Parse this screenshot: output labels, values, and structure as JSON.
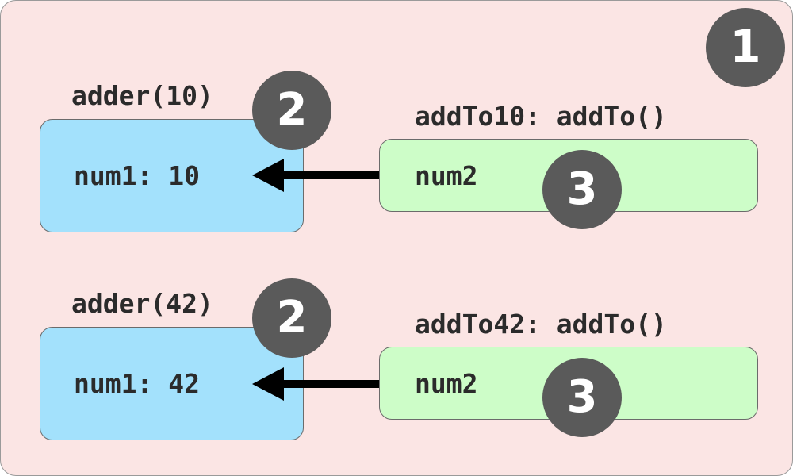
{
  "outer_scope": {
    "badge": "1"
  },
  "rows": [
    {
      "adder_label": "adder(10)",
      "adder_badge": "2",
      "num1_text": "num1: 10",
      "closure_label": "addTo10: addTo()",
      "num2_text": "num2",
      "closure_badge": "3"
    },
    {
      "adder_label": "adder(42)",
      "adder_badge": "2",
      "num1_text": "num1: 42",
      "closure_label": "addTo42: addTo()",
      "num2_text": "num2",
      "closure_badge": "3"
    }
  ],
  "colors": {
    "outer_bg": "#fbe5e4",
    "adder_box": "#a3e1fc",
    "closure_box": "#cdfdc8",
    "badge": "#5a5a5a",
    "text": "#2b2b2b",
    "arrow": "#000000"
  }
}
